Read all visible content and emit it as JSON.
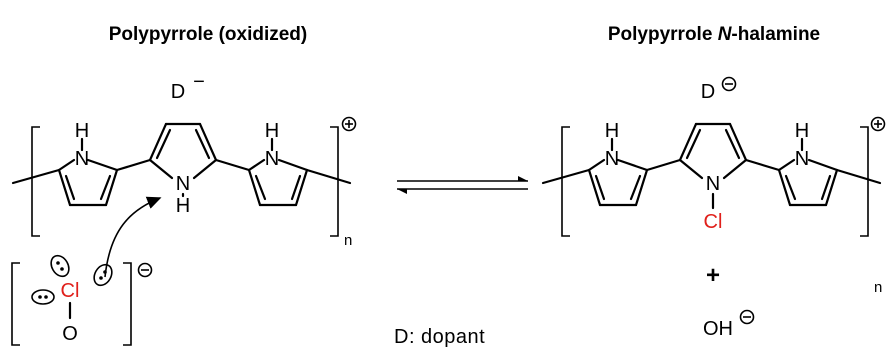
{
  "titles": {
    "left": "Polypyrrole (oxidized)",
    "right_prefix": "Polypyrrole ",
    "right_italic": "N",
    "right_suffix": "-halamine"
  },
  "atoms": {
    "h": "H",
    "n": "N",
    "cl": "Cl",
    "o": "O",
    "dopant": "D",
    "hydroxide": "OH",
    "minus": "−"
  },
  "subscript_n": "n",
  "plus_sign": "+",
  "dopant_note": "D: dopant",
  "colors": {
    "chlorine": "#e0201b",
    "bonds": "#000000"
  },
  "icons": [
    "positive-charge-icon",
    "negative-charge-icon",
    "lone-pair-icon",
    "equilibrium-arrows-icon",
    "curved-arrow-icon"
  ]
}
